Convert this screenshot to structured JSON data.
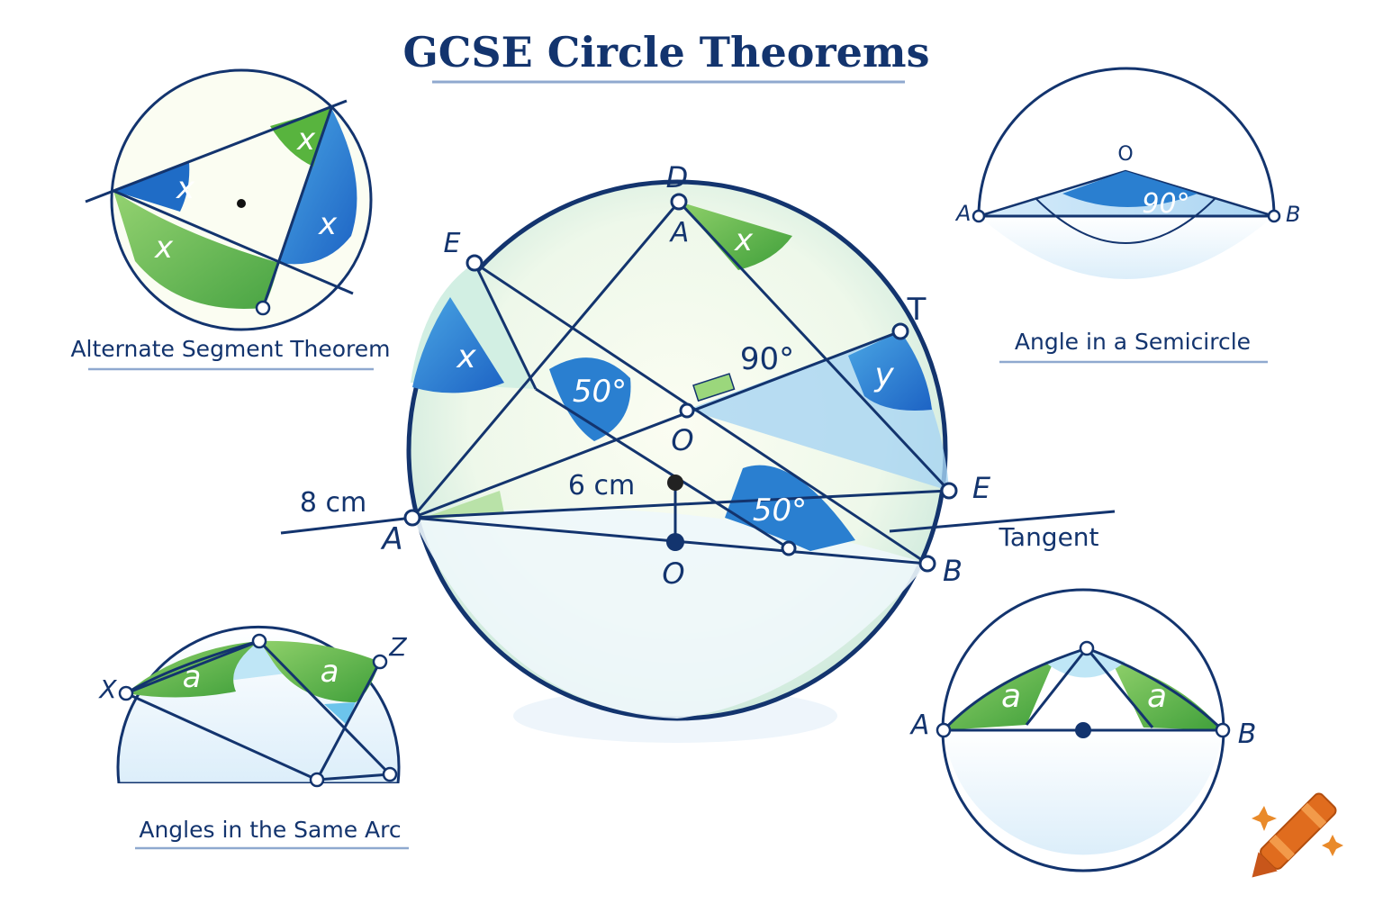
{
  "title": "GCSE Circle Theorems",
  "captions": {
    "alternate_segment": "Alternate Segment Theorem",
    "semicircle": "Angle in a Semicircle",
    "same_arc": "Angles in the Same Arc"
  },
  "alternate_segment": {
    "angle_1": "x",
    "angle_2": "x",
    "angle_3": "x",
    "angle_4": "x"
  },
  "semicircle": {
    "point_o": "O",
    "point_a": "A",
    "point_b": "B",
    "angle": "90°"
  },
  "main": {
    "point_d": "D",
    "point_a_top": "A",
    "point_e_left": "E",
    "point_t": "T",
    "point_o_center": "O",
    "point_e_right": "E",
    "point_a": "A",
    "point_o_bottom": "O",
    "point_b": "B",
    "angle_x_top": "x",
    "angle_x_left": "x",
    "angle_y": "y",
    "angle_50_upper": "50°",
    "angle_50_lower": "50°",
    "angle_90": "90°",
    "length_6cm": "6 cm",
    "length_8cm": "8 cm",
    "tangent": "Tangent"
  },
  "same_arc": {
    "point_x": "X",
    "point_z": "Z",
    "angle_1": "a",
    "angle_2": "a"
  },
  "bottom_right": {
    "point_a": "A",
    "point_b": "B",
    "angle_1": "a",
    "angle_2": "a"
  },
  "colors": {
    "navy": "#13346e",
    "green": "#5cb544",
    "blue": "#2a7fd0",
    "light_fill": "#eaf6e4"
  },
  "icons": {
    "corner": "crayon-icon"
  }
}
